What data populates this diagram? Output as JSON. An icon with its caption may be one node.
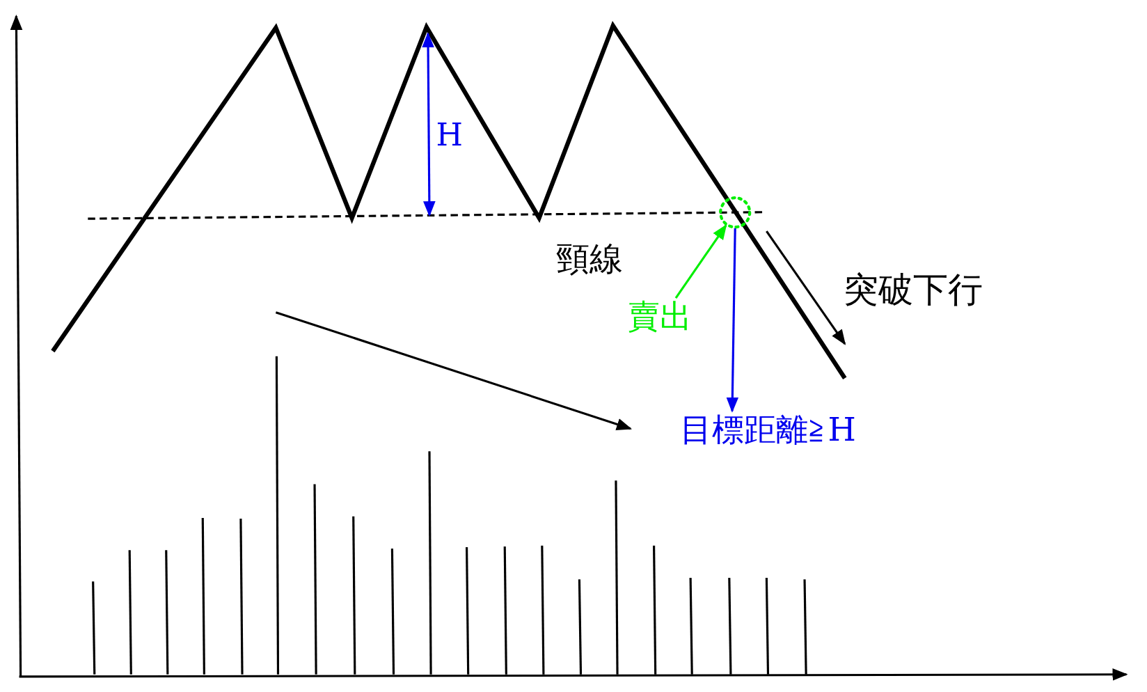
{
  "diagram": {
    "nodes": [
      {
        "text": [
          "賣出"
        ]
      },
      {
        "text": [],
        "shape": "circle"
      },
      {
        "text": [
          "目標距離≧H"
        ]
      }
    ],
    "edges": [
      {
        "from": 0,
        "to": 1,
        "arrow": "to",
        "color": "#00ee00"
      },
      {
        "from": 1,
        "to": 2,
        "arrow": "to",
        "color": "#0000ee"
      }
    ],
    "labels": [
      "H",
      "頸線",
      "突破下行"
    ]
  }
}
